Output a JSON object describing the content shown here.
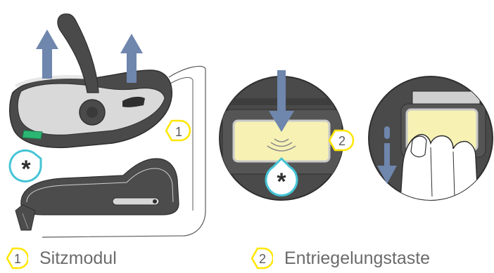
{
  "callouts": {
    "seat_unit_number": "1",
    "release_button_number": "2",
    "detail_mark": "*"
  },
  "legend": [
    {
      "number": "1",
      "label": "Sitzmodul"
    },
    {
      "number": "2",
      "label": "Entriegelungstaste"
    }
  ],
  "colors": {
    "arrow_blue": "#6f86ad",
    "callout_yellow": "#ffe600",
    "release_button_yellow": "#f7f2b4",
    "detail_cyan": "#44c4d6",
    "latch_green": "#2bb673",
    "seat_dark_gray": "#4a4a4a",
    "seat_light_gray": "#d9d9d9",
    "legend_text_gray": "#6b6b6b"
  },
  "icons": [
    "arrow-up-icon",
    "arrow-down-icon",
    "circular-magnifier-icon",
    "hand-press-icon",
    "asterisk-marker-icon"
  ]
}
